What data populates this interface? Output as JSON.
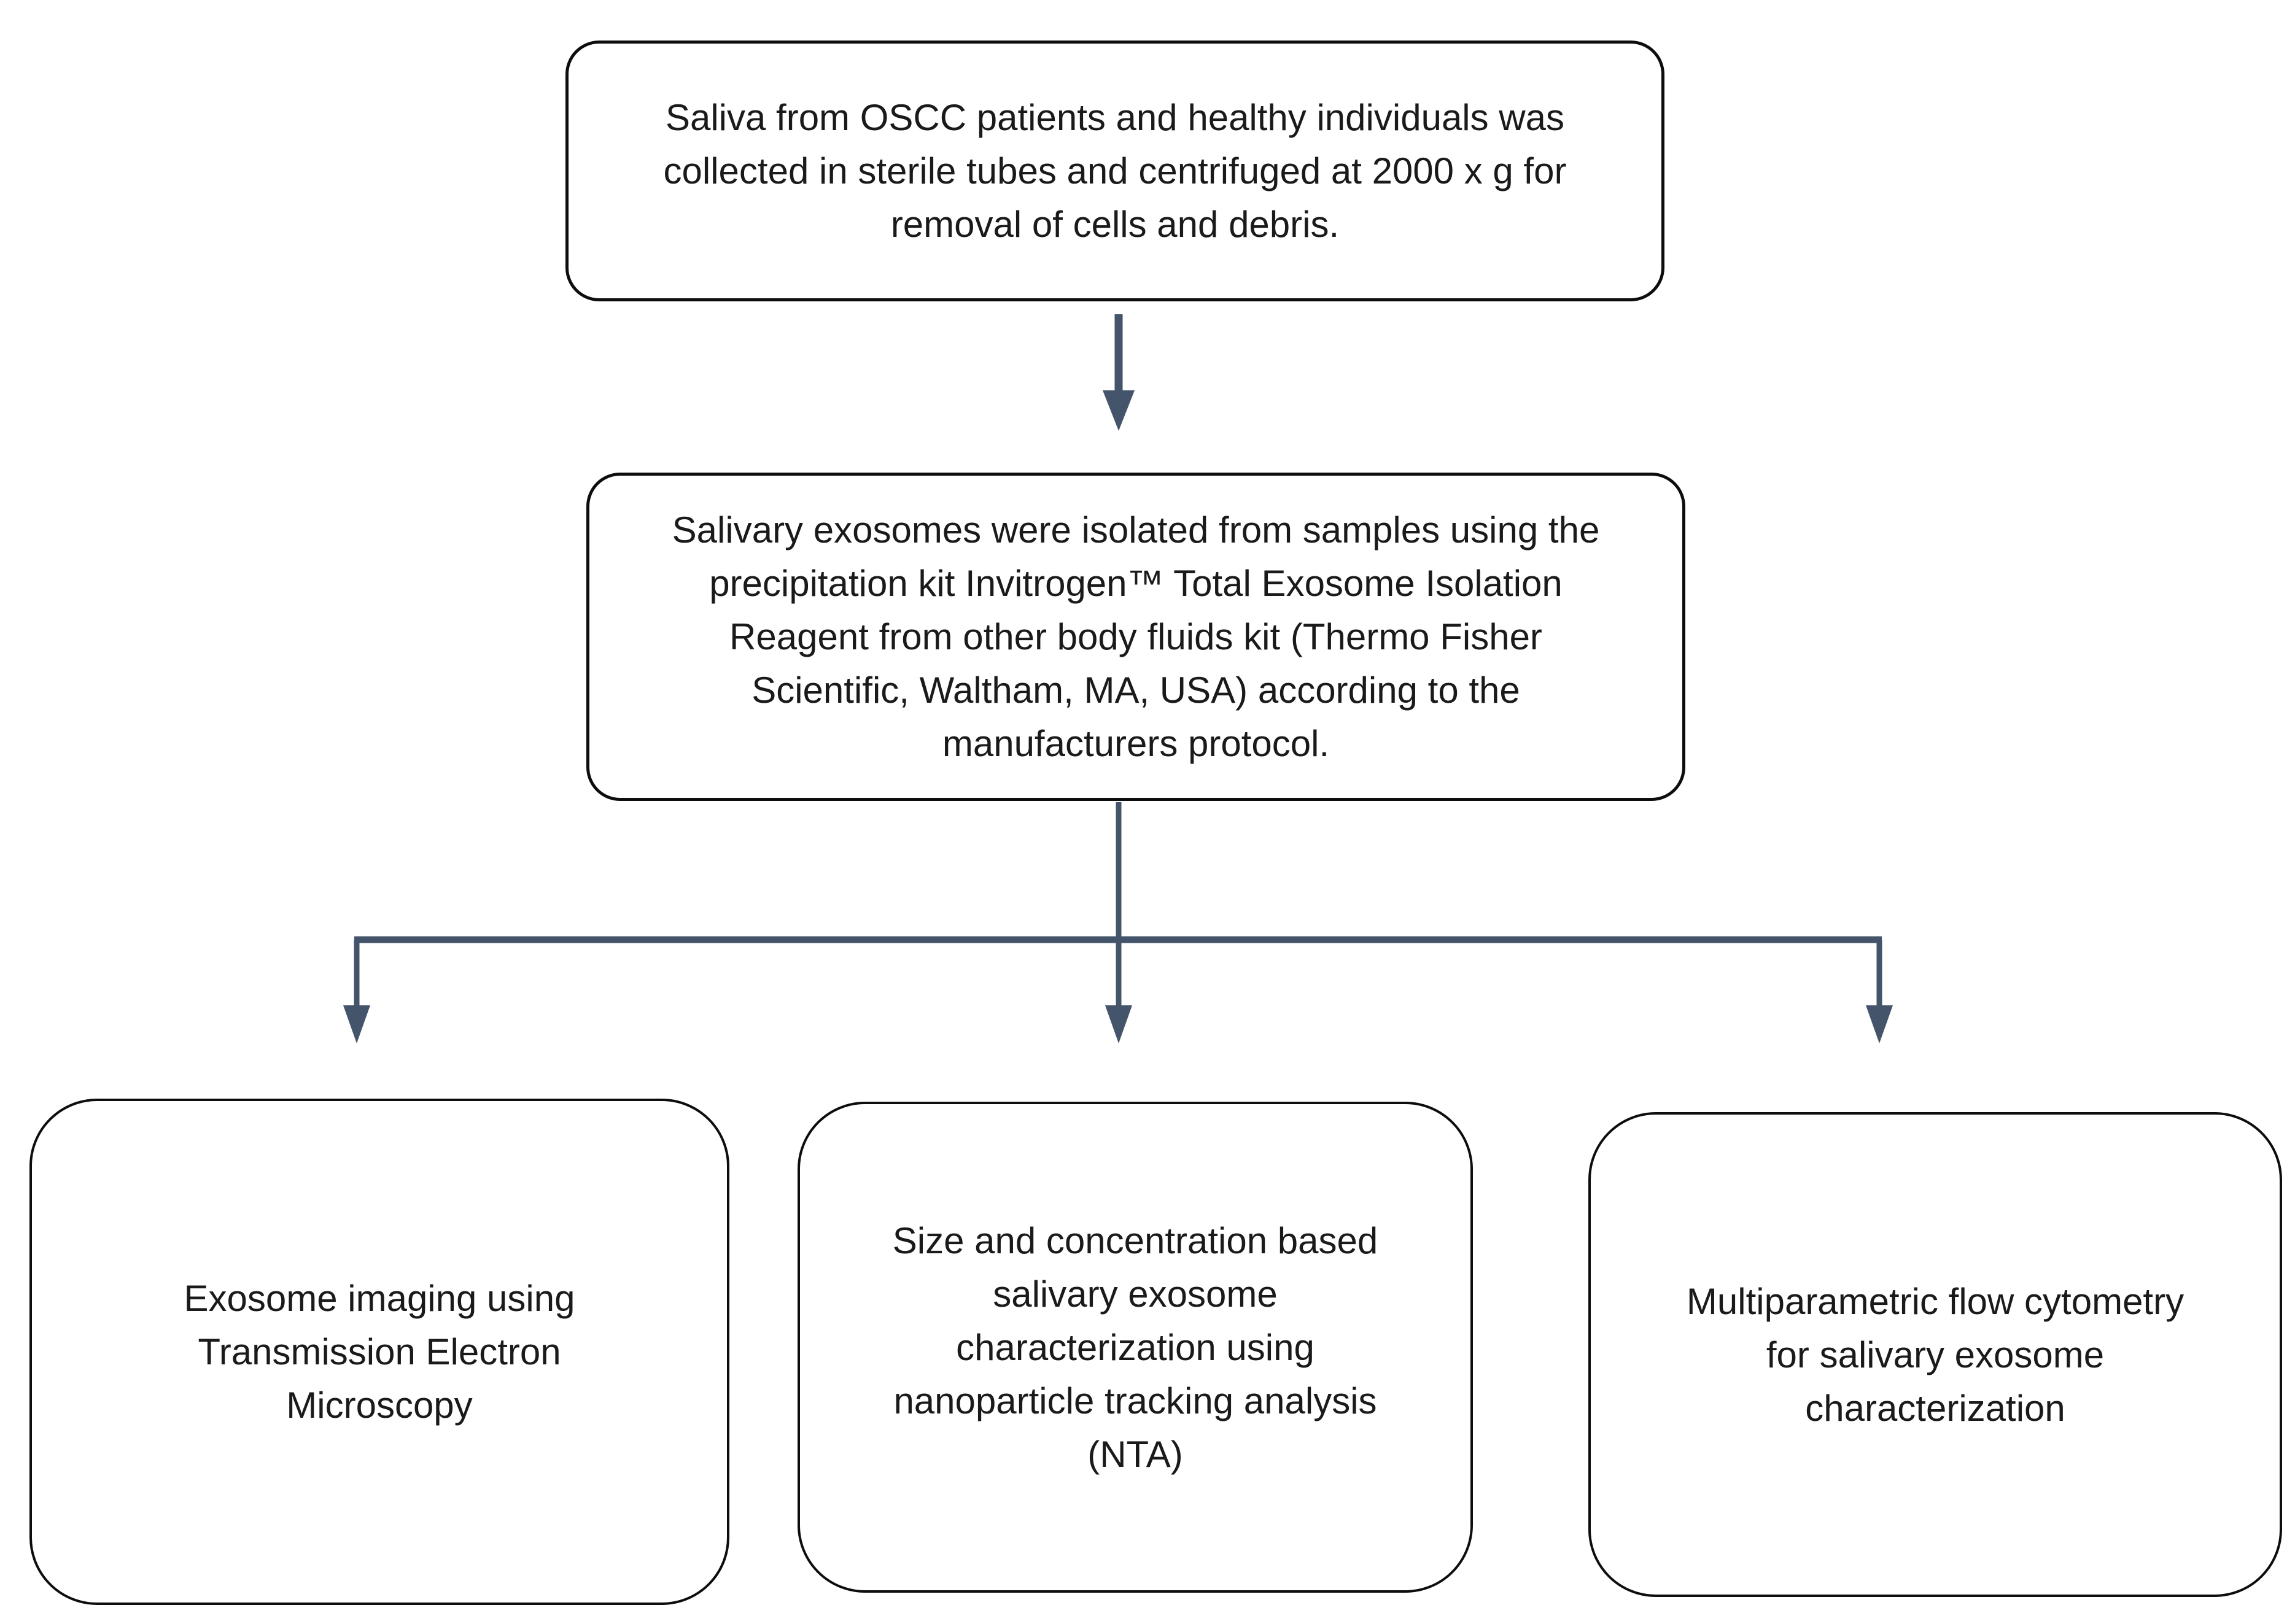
{
  "flowchart": {
    "top_box": {
      "text": "Saliva from OSCC patients and healthy individuals was\ncollected in sterile tubes and centrifuged at 2000 x g  for\nremoval of cells and debris."
    },
    "middle_box": {
      "text": "Salivary exosomes were isolated from samples using the\nprecipitation kit Invitrogen™ Total Exosome Isolation\nReagent from other body fluids kit (Thermo Fisher\nScientific, Waltham, MA, USA) according to the\nmanufacturers protocol."
    },
    "bottom_boxes": [
      {
        "text": "Exosome imaging using\nTransmission Electron\nMicroscopy"
      },
      {
        "text": "Size and concentration based\nsalivary exosome\ncharacterization using\nnanoparticle tracking analysis\n(NTA)"
      },
      {
        "text": "Multiparametric flow cytometry\nfor salivary exosome\ncharacterization"
      }
    ],
    "colors": {
      "connector": "#44546A",
      "box_border": "#0d0d0d",
      "box_fill": "#ffffff",
      "text": "#1a1a1a",
      "background": "#ffffff"
    }
  }
}
